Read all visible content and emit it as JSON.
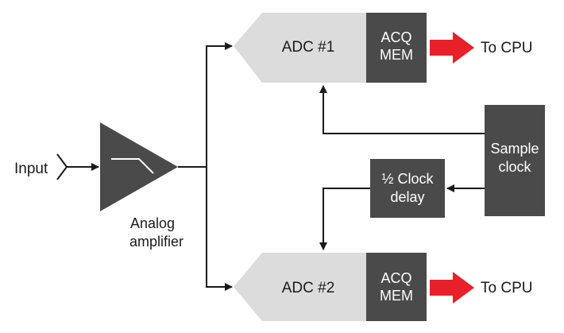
{
  "labels": {
    "input": "Input",
    "analog_amplifier_line1": "Analog",
    "analog_amplifier_line2": "amplifier",
    "adc1": "ADC #1",
    "adc2": "ADC #2",
    "acq_mem_line1": "ACQ",
    "acq_mem_line2": "MEM",
    "to_cpu": "To CPU",
    "sample_clock_line1": "Sample",
    "sample_clock_line2": "clock",
    "clock_delay_line1": "½ Clock",
    "clock_delay_line2": "delay"
  },
  "colors": {
    "dark_block": "#4a4a4a",
    "adc_fill": "#dcdcdc",
    "cpu_arrow": "#e8202a",
    "wire": "#1a1a1a"
  },
  "icons": {
    "amplifier": "triangle-amplifier-icon",
    "filter_symbol": "lowpass-filter-icon",
    "input_connector": "input-chevron-icon"
  }
}
